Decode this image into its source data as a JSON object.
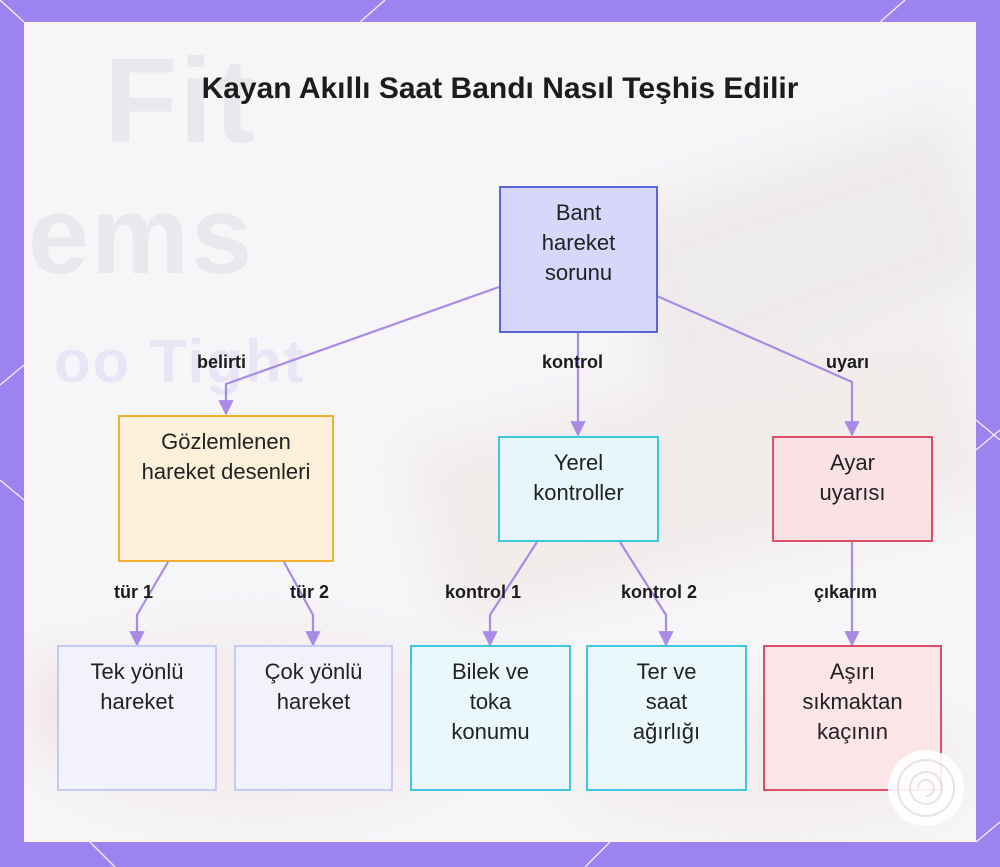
{
  "title": "Kayan Akıllı Saat Bandı Nasıl Teşhis Edilir",
  "background_text": [
    "Fit",
    "ems",
    "oo Tight"
  ],
  "nodes": {
    "root": {
      "label": "Bant hareket sorunu"
    },
    "observed": {
      "label": "Gözlemlenen hareket desenleri"
    },
    "local": {
      "label": "Yerel kontroller"
    },
    "warning": {
      "label": "Ayar uyarısı"
    },
    "one_way": {
      "label": "Tek yönlü hareket"
    },
    "multi_way": {
      "label": "Çok yönlü hareket"
    },
    "wrist": {
      "label": "Bilek ve toka konumu"
    },
    "sweat": {
      "label": "Ter ve saat ağırlığı"
    },
    "avoid": {
      "label": "Aşırı sıkmaktan kaçının"
    }
  },
  "edges": {
    "belirti": "belirti",
    "kontrol": "kontrol",
    "uyari": "uyarı",
    "tur1": "tür 1",
    "tur2": "tür 2",
    "kontrol1": "kontrol 1",
    "kontrol2": "kontrol 2",
    "cikarim": "çıkarım"
  },
  "colors": {
    "frame": "#9b83f0",
    "edge": "#a98be6",
    "root_border": "#5a66d6",
    "root_fill": "#d7d6fb",
    "observed_border": "#f0b132",
    "observed_fill": "#fdf0da",
    "local_border": "#3fc6de",
    "local_fill": "#e7f6fa",
    "warning_border": "#dc4d66",
    "warning_fill": "#fae1e6",
    "leaf_purple_border": "#c5c9f4",
    "leaf_purple_fill": "#f2f2fb",
    "leaf_cyan_border": "#3fc6de",
    "leaf_cyan_fill": "#eaf7fb",
    "leaf_red_border": "#dc4d66",
    "leaf_red_fill": "#fbe5e9"
  }
}
